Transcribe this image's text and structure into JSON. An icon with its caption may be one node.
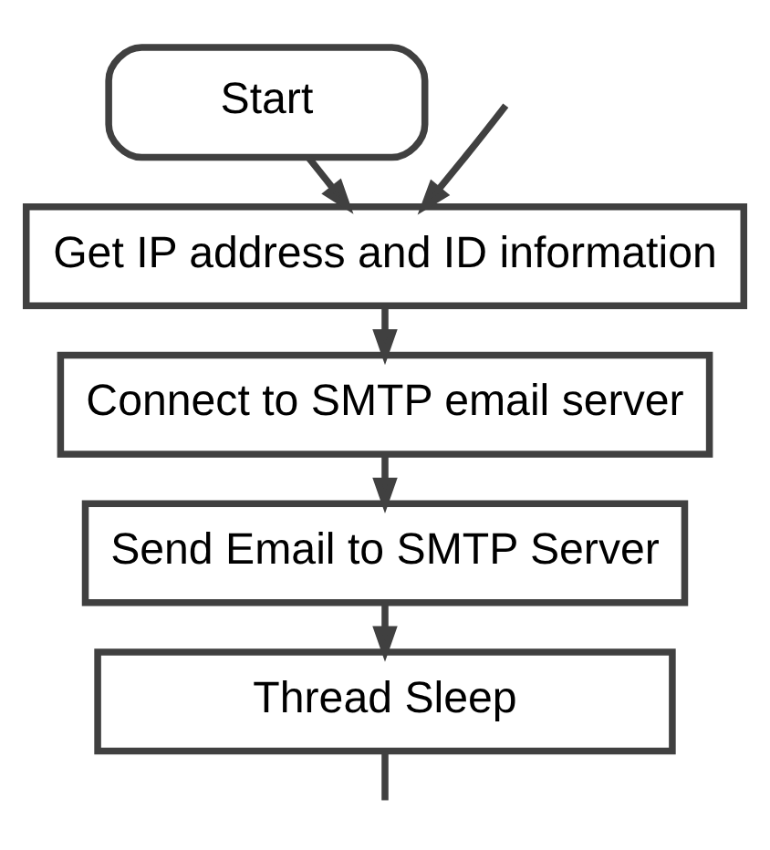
{
  "diagram": {
    "nodes": [
      {
        "text": [
          "Start"
        ]
      },
      {
        "text": [
          "Get IP address and ID information"
        ]
      },
      {
        "text": [
          "Connect to SMTP email server"
        ]
      },
      {
        "text": [
          "Send Email to SMTP Server"
        ]
      },
      {
        "text": [
          "Thread Sleep"
        ]
      }
    ],
    "edges": [
      {
        "from": 0,
        "to": 1,
        "arrow": "to"
      },
      {
        "from": null,
        "to": 1,
        "arrow": "to"
      },
      {
        "from": 1,
        "to": 2,
        "arrow": "to"
      },
      {
        "from": 2,
        "to": 3,
        "arrow": "to"
      },
      {
        "from": 3,
        "to": 4,
        "arrow": "to"
      },
      {
        "from": 4,
        "to": null,
        "arrow": "none"
      }
    ]
  }
}
